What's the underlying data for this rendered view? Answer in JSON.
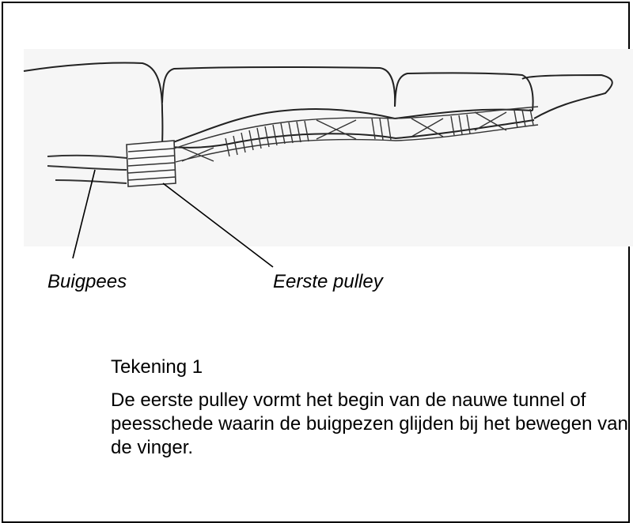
{
  "figure": {
    "labels": {
      "tendon": "Buigpees",
      "pulley": "Eerste pulley"
    },
    "caption_title": "Tekening 1",
    "caption_text": "De eerste pulley vormt het begin van de nauwe tunnel of peesschede waarin de buigpezen glijden bij het bewegen van de vinger."
  }
}
